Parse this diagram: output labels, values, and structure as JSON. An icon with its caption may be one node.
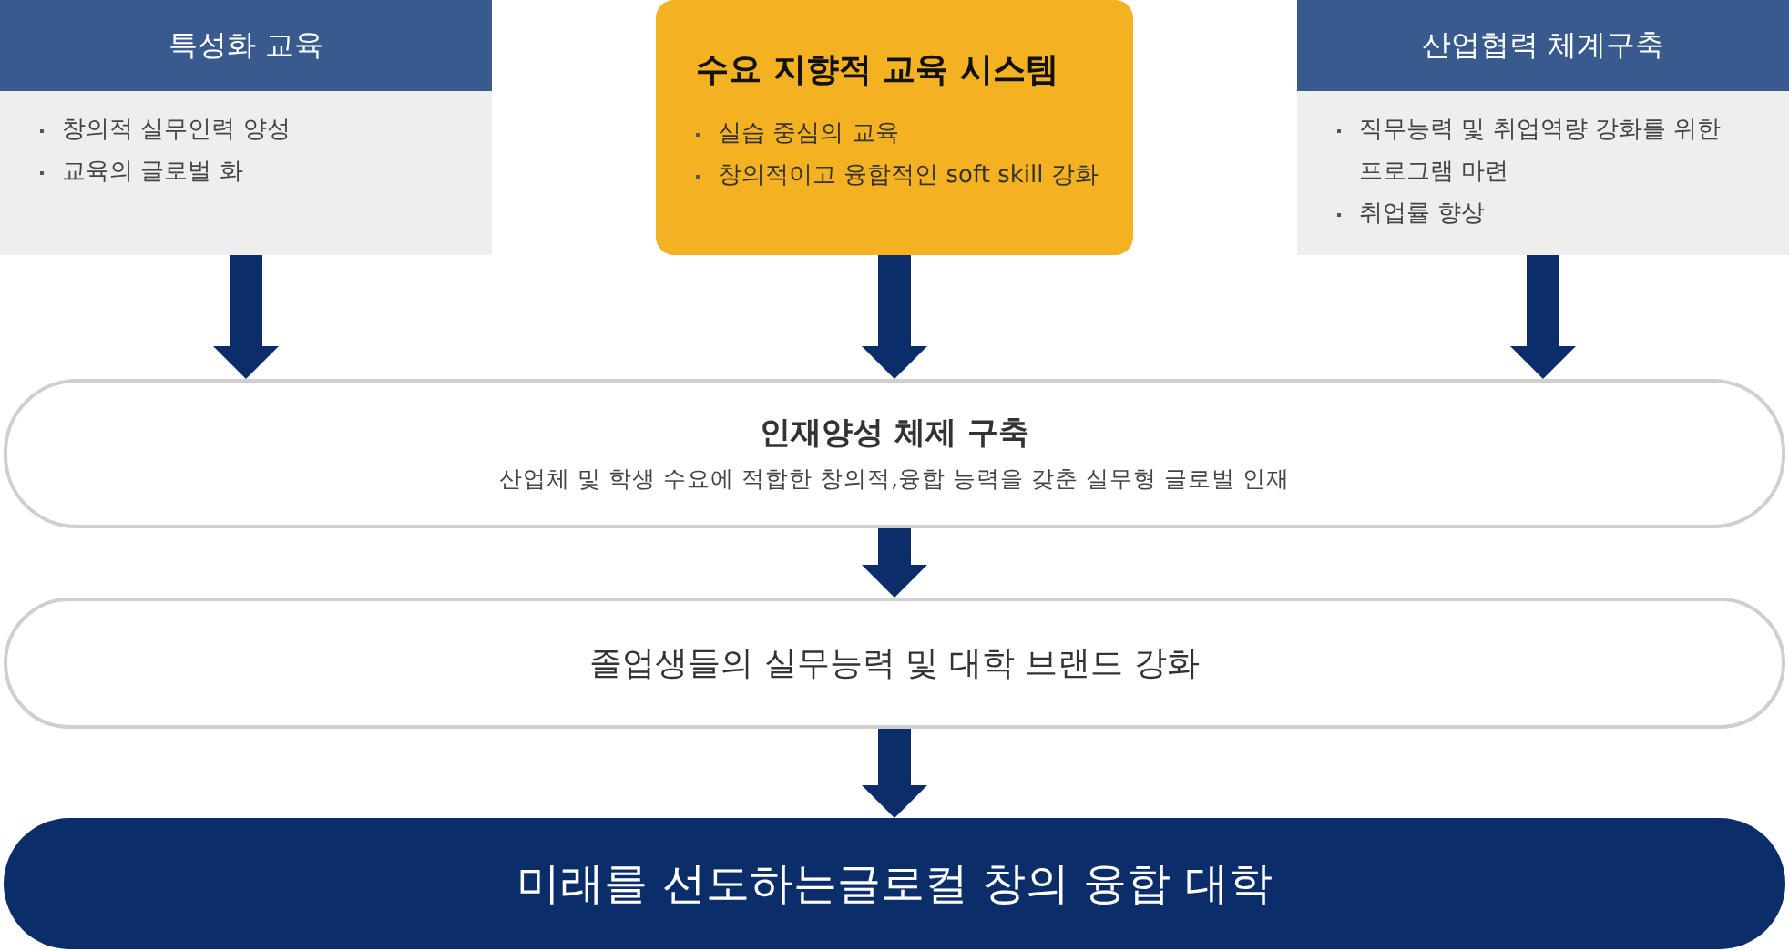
{
  "diagram": {
    "nodes": [
      {
        "text": [
          "특성화 교육",
          "창의적 실무인력 양성",
          "교육의 글로벌 화"
        ]
      },
      {
        "text": [
          "수요 지향적 교육 시스템",
          "실습 중심의 교육",
          "창의적이고 융합적인 soft skill 강화"
        ]
      },
      {
        "text": [
          "산업협력 체계구축",
          "직무능력 및 취업역량 강화를 위한 프로그램 마련",
          "취업률 향상"
        ]
      },
      {
        "text": [
          "인재양성 체제 구축",
          "산업체 및 학생 수요에 적합한 창의적,융합 능력을 갖춘 실무형 글로벌 인재"
        ]
      },
      {
        "text": [
          "졸업생들의 실무능력 및 대학 브랜드 강화"
        ]
      },
      {
        "text": [
          "미래를 선도하는글로컬 창의 융합 대학"
        ]
      }
    ],
    "edges": [
      {
        "from": 0,
        "to": 3,
        "arrow": "to"
      },
      {
        "from": 1,
        "to": 3,
        "arrow": "to"
      },
      {
        "from": 2,
        "to": 3,
        "arrow": "to"
      },
      {
        "from": 3,
        "to": 4,
        "arrow": "to"
      },
      {
        "from": 4,
        "to": 5,
        "arrow": "to"
      }
    ]
  }
}
